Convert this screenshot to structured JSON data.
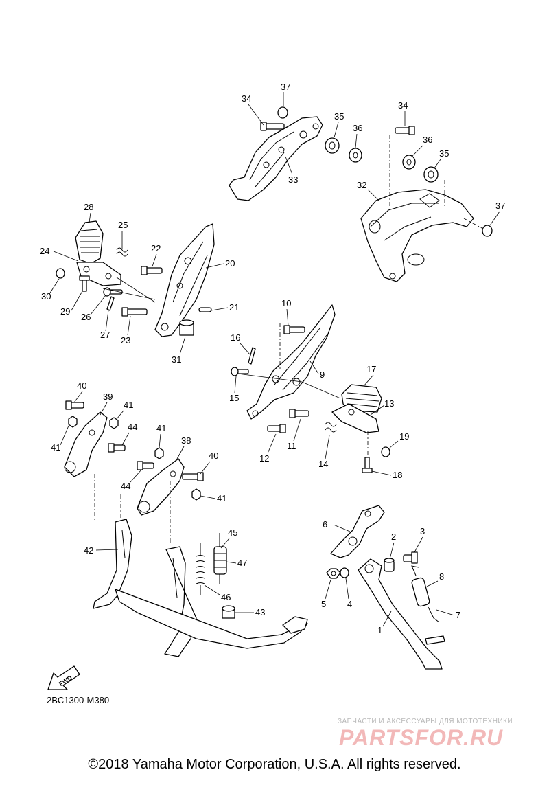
{
  "diagram_code": "2BC1300-M380",
  "copyright": "©2018 Yamaha Motor Corporation, U.S.A. All rights reserved.",
  "fwd_label": "FWD",
  "watermark": {
    "top_line": "ЗАПЧАСТИ И АКСЕССУАРЫ ДЛЯ МОТОТЕХНИКИ",
    "brand": "PARTSFOR.RU"
  },
  "callouts": {
    "c1": "1",
    "c2": "2",
    "c3": "3",
    "c4": "4",
    "c5": "5",
    "c6": "6",
    "c7": "7",
    "c8": "8",
    "c9": "9",
    "c10": "10",
    "c11": "11",
    "c12": "12",
    "c13": "13",
    "c14": "14",
    "c15": "15",
    "c16": "16",
    "c17": "17",
    "c18": "18",
    "c19": "19",
    "c20": "20",
    "c21": "21",
    "c22": "22",
    "c23": "23",
    "c24": "24",
    "c25": "25",
    "c26": "26",
    "c27": "27",
    "c28": "28",
    "c29": "29",
    "c30": "30",
    "c31": "31",
    "c32": "32",
    "c33": "33",
    "c34a": "34",
    "c34b": "34",
    "c35a": "35",
    "c35b": "35",
    "c36a": "36",
    "c36b": "36",
    "c37a": "37",
    "c37b": "37",
    "c38": "38",
    "c39": "39",
    "c40a": "40",
    "c40b": "40",
    "c41a": "41",
    "c41b": "41",
    "c41c": "41",
    "c41d": "41",
    "c42": "42",
    "c43": "43",
    "c44a": "44",
    "c44b": "44",
    "c45": "45",
    "c46": "46",
    "c47": "47"
  }
}
